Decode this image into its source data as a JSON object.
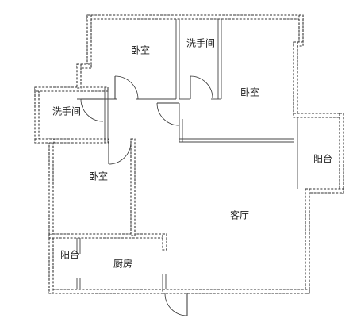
{
  "rooms": {
    "bedroom_top_left": "卧室",
    "bathroom_top": "洗手间",
    "bedroom_right": "卧室",
    "bathroom_left": "洗手间",
    "bedroom_left": "卧室",
    "balcony_right": "阳台",
    "living_room": "客厅",
    "balcony_bottom": "阳台",
    "kitchen": "厨房"
  }
}
